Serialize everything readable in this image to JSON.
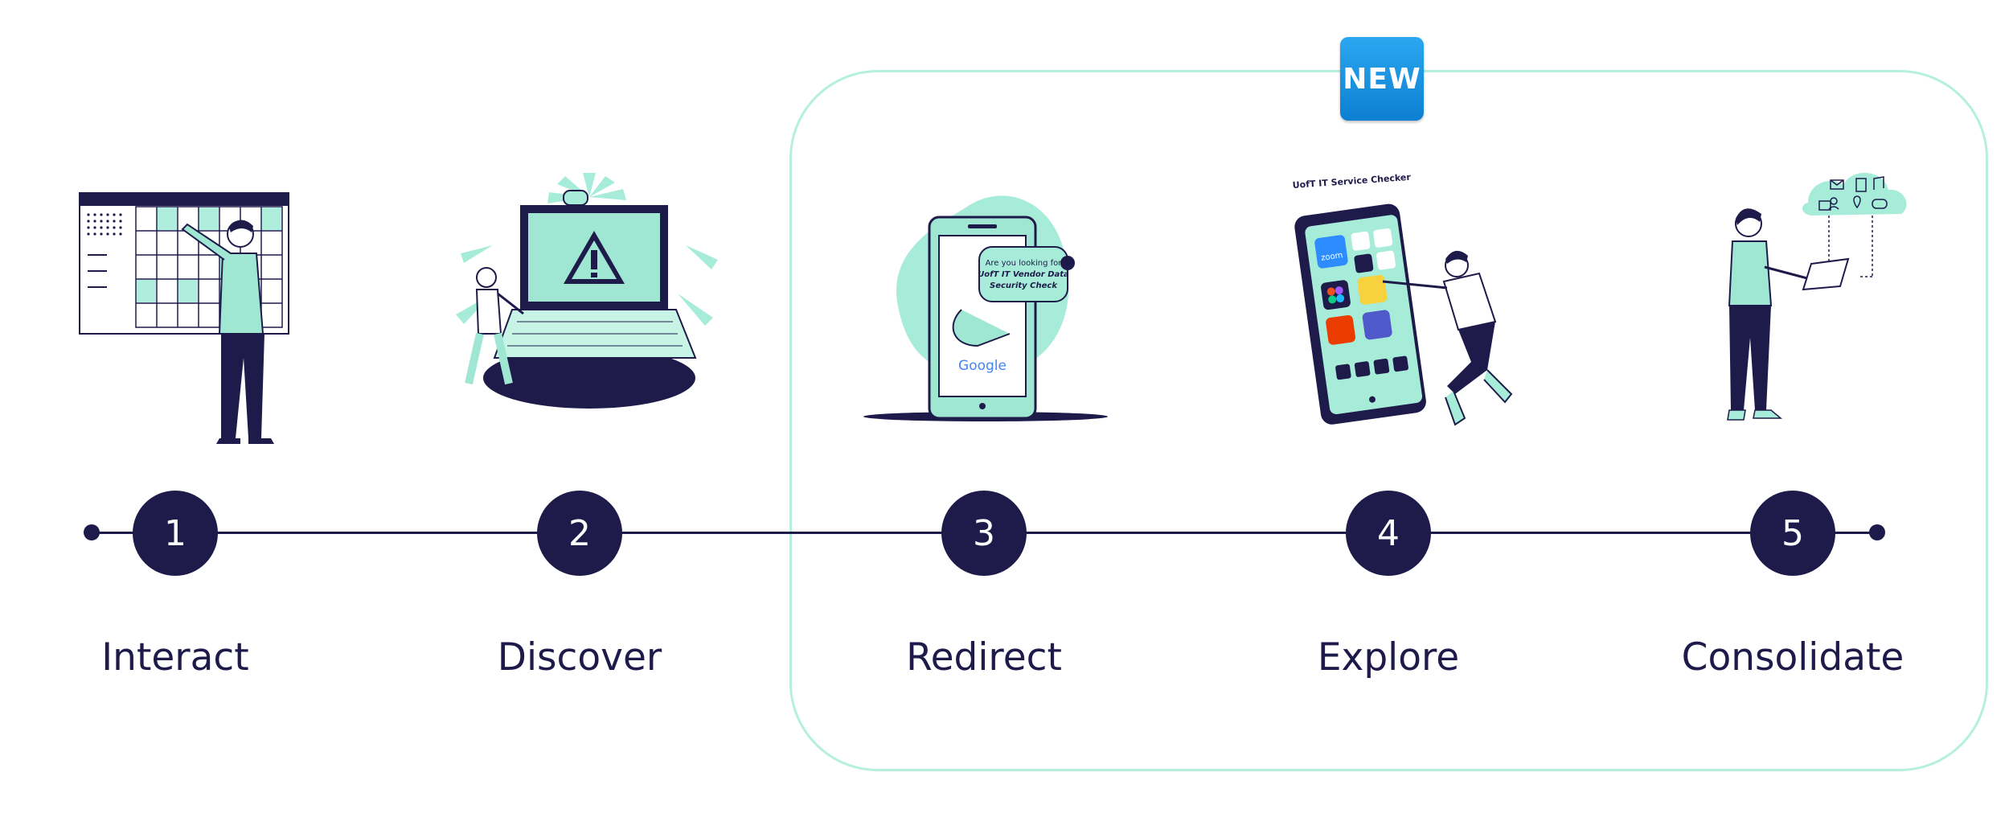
{
  "badge": {
    "label": "NEW"
  },
  "steps": [
    {
      "number": "1",
      "label": "Interact",
      "icon": "calendar-person-icon"
    },
    {
      "number": "2",
      "label": "Discover",
      "icon": "laptop-warning-icon"
    },
    {
      "number": "3",
      "label": "Redirect",
      "icon": "phone-redirect-icon"
    },
    {
      "number": "4",
      "label": "Explore",
      "icon": "phone-apps-icon"
    },
    {
      "number": "5",
      "label": "Consolidate",
      "icon": "cloud-laptop-icon"
    }
  ],
  "illustrations": {
    "redirect_bubble": [
      "Are you looking for",
      "UofT IT Vendor Data",
      "Security Check"
    ],
    "redirect_brand": "Google",
    "explore_caption": "UofT IT Service Checker",
    "explore_app": "zoom"
  },
  "colors": {
    "navy": "#1e1b4b",
    "mint": "#b5f0dc",
    "accent_gradient_top": "#2ba7f0"
  }
}
